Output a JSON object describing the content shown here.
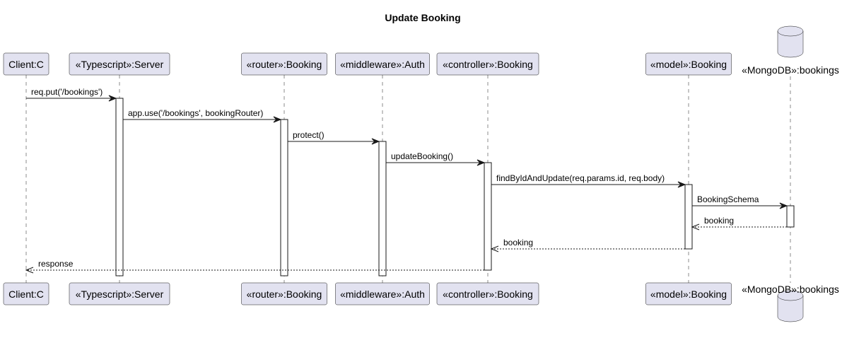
{
  "title": "Update Booking",
  "participants": [
    {
      "id": "client",
      "label": "Client:C",
      "kind": "participant"
    },
    {
      "id": "server",
      "label": "«Typescript»:Server",
      "kind": "participant"
    },
    {
      "id": "router",
      "label": "«router»:Booking",
      "kind": "participant"
    },
    {
      "id": "auth",
      "label": "«middleware»:Auth",
      "kind": "participant"
    },
    {
      "id": "controller",
      "label": "«controller»:Booking",
      "kind": "participant"
    },
    {
      "id": "model",
      "label": "«model»:Booking",
      "kind": "participant"
    },
    {
      "id": "db",
      "label": "«MongoDB»:bookings",
      "kind": "database"
    }
  ],
  "messages": [
    {
      "from": "client",
      "to": "server",
      "label": "req.put('/bookings')",
      "type": "sync"
    },
    {
      "from": "server",
      "to": "router",
      "label": "app.use('/bookings', bookingRouter)",
      "type": "sync"
    },
    {
      "from": "router",
      "to": "auth",
      "label": "protect()",
      "type": "sync"
    },
    {
      "from": "auth",
      "to": "controller",
      "label": "updateBooking()",
      "type": "sync"
    },
    {
      "from": "controller",
      "to": "model",
      "label": "findByIdAndUpdate(req.params.id, req.body)",
      "type": "sync"
    },
    {
      "from": "model",
      "to": "db",
      "label": "BookingSchema",
      "type": "sync"
    },
    {
      "from": "db",
      "to": "model",
      "label": "booking",
      "type": "return"
    },
    {
      "from": "model",
      "to": "controller",
      "label": "booking",
      "type": "return"
    },
    {
      "from": "controller",
      "to": "client",
      "label": "response",
      "type": "return"
    }
  ]
}
